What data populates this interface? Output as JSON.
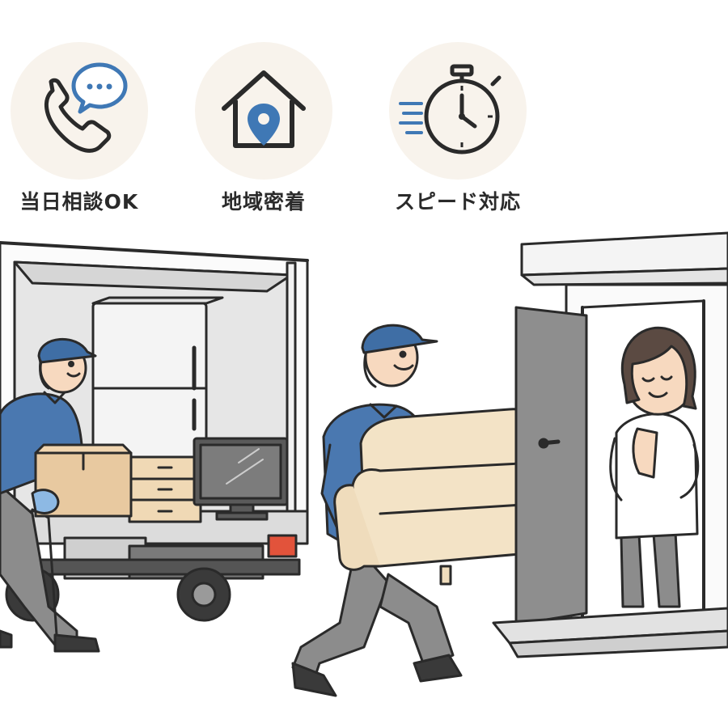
{
  "features": [
    {
      "label": "当日相談OK",
      "icon": "phone-chat-icon"
    },
    {
      "label": "地域密着",
      "icon": "house-location-icon"
    },
    {
      "label": "スピード対応",
      "icon": "stopwatch-icon"
    }
  ],
  "colors": {
    "accent_blue": "#3f78b5",
    "uniform_blue": "#4a78b0",
    "cap_blue": "#3f6ea5",
    "pants_gray": "#8c8c8c",
    "box_tan": "#e8c9a0",
    "sofa_cream": "#f3e3c6",
    "circle_bg": "#f8f3ec",
    "outline": "#2a2a2a"
  },
  "scene": {
    "elements": [
      "moving-truck",
      "mover-carrying-box",
      "mover-carrying-sofa",
      "customer-at-door"
    ]
  }
}
